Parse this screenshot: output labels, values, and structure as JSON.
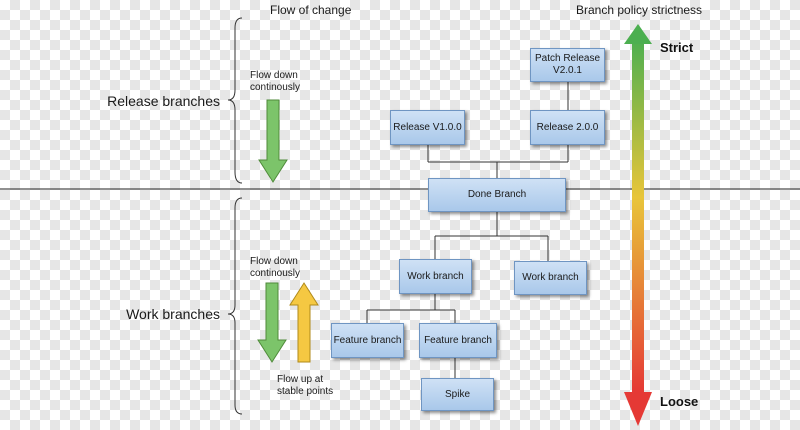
{
  "header": {
    "flow_of_change": "Flow of change",
    "branch_policy": "Branch policy strictness"
  },
  "sections": {
    "release": "Release branches",
    "work": "Work branches"
  },
  "notes": {
    "flow_down_release": "Flow down continously",
    "flow_down_work": "Flow down continously",
    "flow_up": "Flow up at stable points"
  },
  "nodes": {
    "patch_release": "Patch Release V2.0.1",
    "release_v1": "Release V1.0.0",
    "release_v2": "Release 2.0.0",
    "done_branch": "Done Branch",
    "work_branch_1": "Work branch",
    "work_branch_2": "Work branch",
    "feature_branch_1": "Feature branch",
    "feature_branch_2": "Feature branch",
    "spike": "Spike"
  },
  "scale": {
    "strict": "Strict",
    "loose": "Loose",
    "colors": {
      "top": "#4caf50",
      "middle": "#e8c53a",
      "bottom": "#e53935"
    }
  },
  "arrow_colors": {
    "down": "#7cc46a",
    "up": "#f5c842"
  }
}
